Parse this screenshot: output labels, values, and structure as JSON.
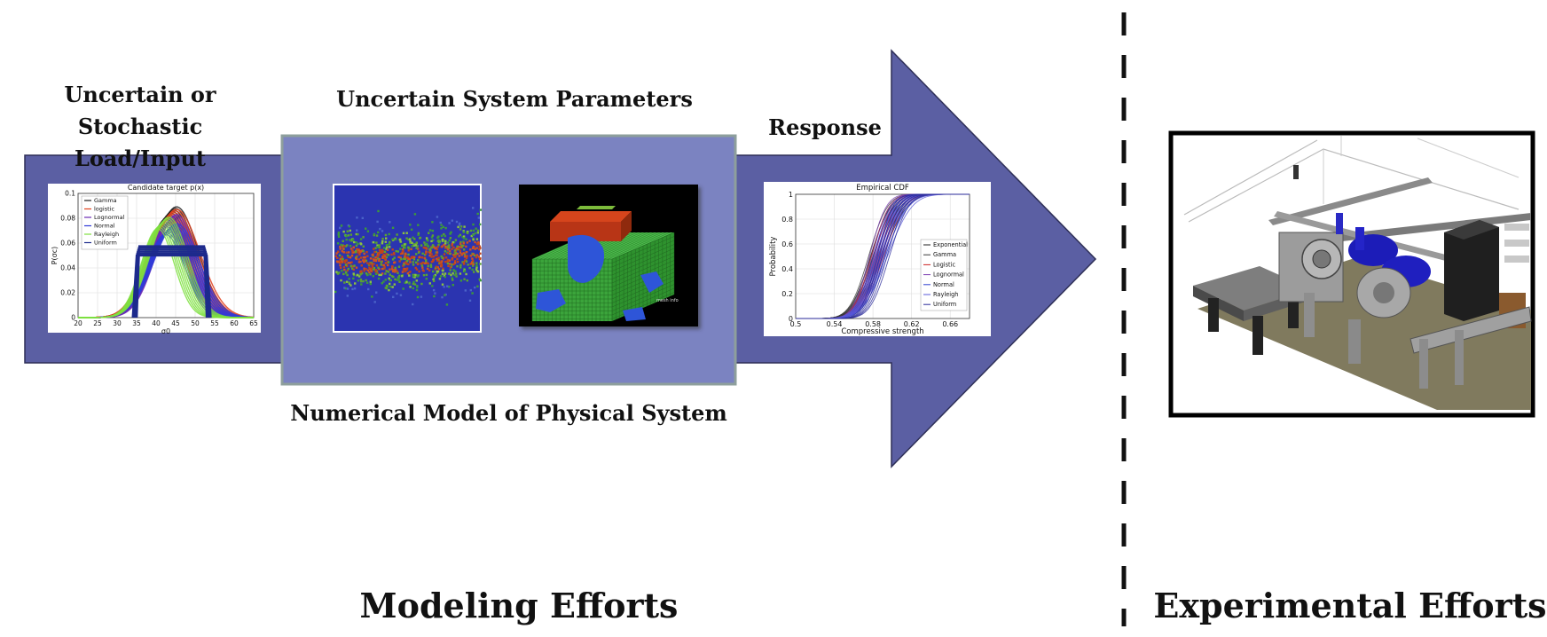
{
  "colors": {
    "arrow_fill": "#5b5fa3",
    "arrow_stroke": "#2e2f57",
    "model_box_fill": "#7b83c1",
    "model_box_stroke": "#8e9f9c"
  },
  "labels": {
    "load_input_line1": "Uncertain or Stochastic",
    "load_input_line2": "Load/Input",
    "system_parameters": "Uncertain System Parameters",
    "response": "Response",
    "numerical_model": "Numerical Model of  Physical System",
    "modeling_efforts": "Modeling Efforts",
    "experimental_efforts": "Experimental Efforts"
  },
  "input_chart": {
    "title": "Candidate target p(x)",
    "xlabel": "σ0",
    "ylabel": "P(σc)",
    "xticks": [
      "20",
      "25",
      "30",
      "35",
      "40",
      "45",
      "50",
      "55",
      "60",
      "65"
    ],
    "yticks": [
      "0",
      "0.02",
      "0.04",
      "0.06",
      "0.08",
      "0.1"
    ],
    "legend": [
      "Gamma",
      "logistic",
      "Lognormal",
      "Normal",
      "Rayleigh",
      "Uniform"
    ]
  },
  "response_chart": {
    "title": "Empirical CDF",
    "xlabel": "Compressive strength",
    "ylabel": "Probability",
    "xticks": [
      "0.5",
      "0.54",
      "0.58",
      "0.62",
      "0.66"
    ],
    "yticks": [
      "0",
      "0.2",
      "0.4",
      "0.6",
      "0.8",
      "1"
    ],
    "legend": [
      "Exponential",
      "Gamma",
      "Logistic",
      "Lognormal",
      "Normal",
      "Rayleigh",
      "Uniform"
    ]
  },
  "chart_data": [
    {
      "type": "line",
      "title": "Candidate target p(x)",
      "xlabel": "σ0",
      "ylabel": "P(σc)",
      "xlim": [
        20,
        65
      ],
      "ylim": [
        0,
        0.1
      ],
      "series": [
        {
          "name": "Gamma",
          "color": "#222222",
          "mean": 44,
          "sd": 5.2,
          "peak": 0.085
        },
        {
          "name": "logistic",
          "color": "#e0401c",
          "mean": 44,
          "sd": 5.6,
          "peak": 0.083
        },
        {
          "name": "Lognormal",
          "color": "#6a2bb5",
          "mean": 44,
          "sd": 5.0,
          "peak": 0.079
        },
        {
          "name": "Normal",
          "color": "#2f3bd8",
          "mean": 44,
          "sd": 5.4,
          "peak": 0.072
        },
        {
          "name": "Rayleigh",
          "color": "#7ee040",
          "mean": 42,
          "sd": 4.6,
          "peak": 0.077
        },
        {
          "name": "Uniform",
          "color": "#1d2a8c",
          "range": [
            35,
            53
          ],
          "height": 0.05
        }
      ]
    },
    {
      "type": "line",
      "title": "Empirical CDF",
      "xlabel": "Compressive strength",
      "ylabel": "Probability",
      "xlim": [
        0.5,
        0.68
      ],
      "ylim": [
        0,
        1
      ],
      "series": [
        {
          "name": "Exponential",
          "color": "#222222",
          "mean": 0.585,
          "sd": 0.018
        },
        {
          "name": "Gamma",
          "color": "#3a3a3a",
          "mean": 0.583,
          "sd": 0.017
        },
        {
          "name": "Logistic",
          "color": "#cc2222",
          "mean": 0.586,
          "sd": 0.016
        },
        {
          "name": "Lognormal",
          "color": "#7a3bb0",
          "mean": 0.584,
          "sd": 0.015
        },
        {
          "name": "Normal",
          "color": "#3040d0",
          "mean": 0.588,
          "sd": 0.016
        },
        {
          "name": "Rayleigh",
          "color": "#5a5ad8",
          "mean": 0.59,
          "sd": 0.018
        },
        {
          "name": "Uniform",
          "color": "#2a2a9a",
          "mean": 0.592,
          "sd": 0.014
        }
      ]
    }
  ]
}
